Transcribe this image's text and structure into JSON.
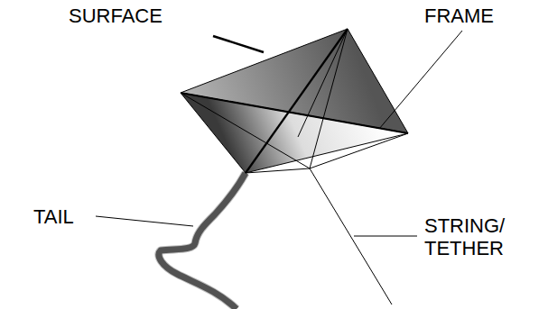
{
  "diagram": {
    "labels": [
      "SURFACE",
      "FRAME",
      "TAIL",
      "STRING/ TETHER"
    ]
  }
}
